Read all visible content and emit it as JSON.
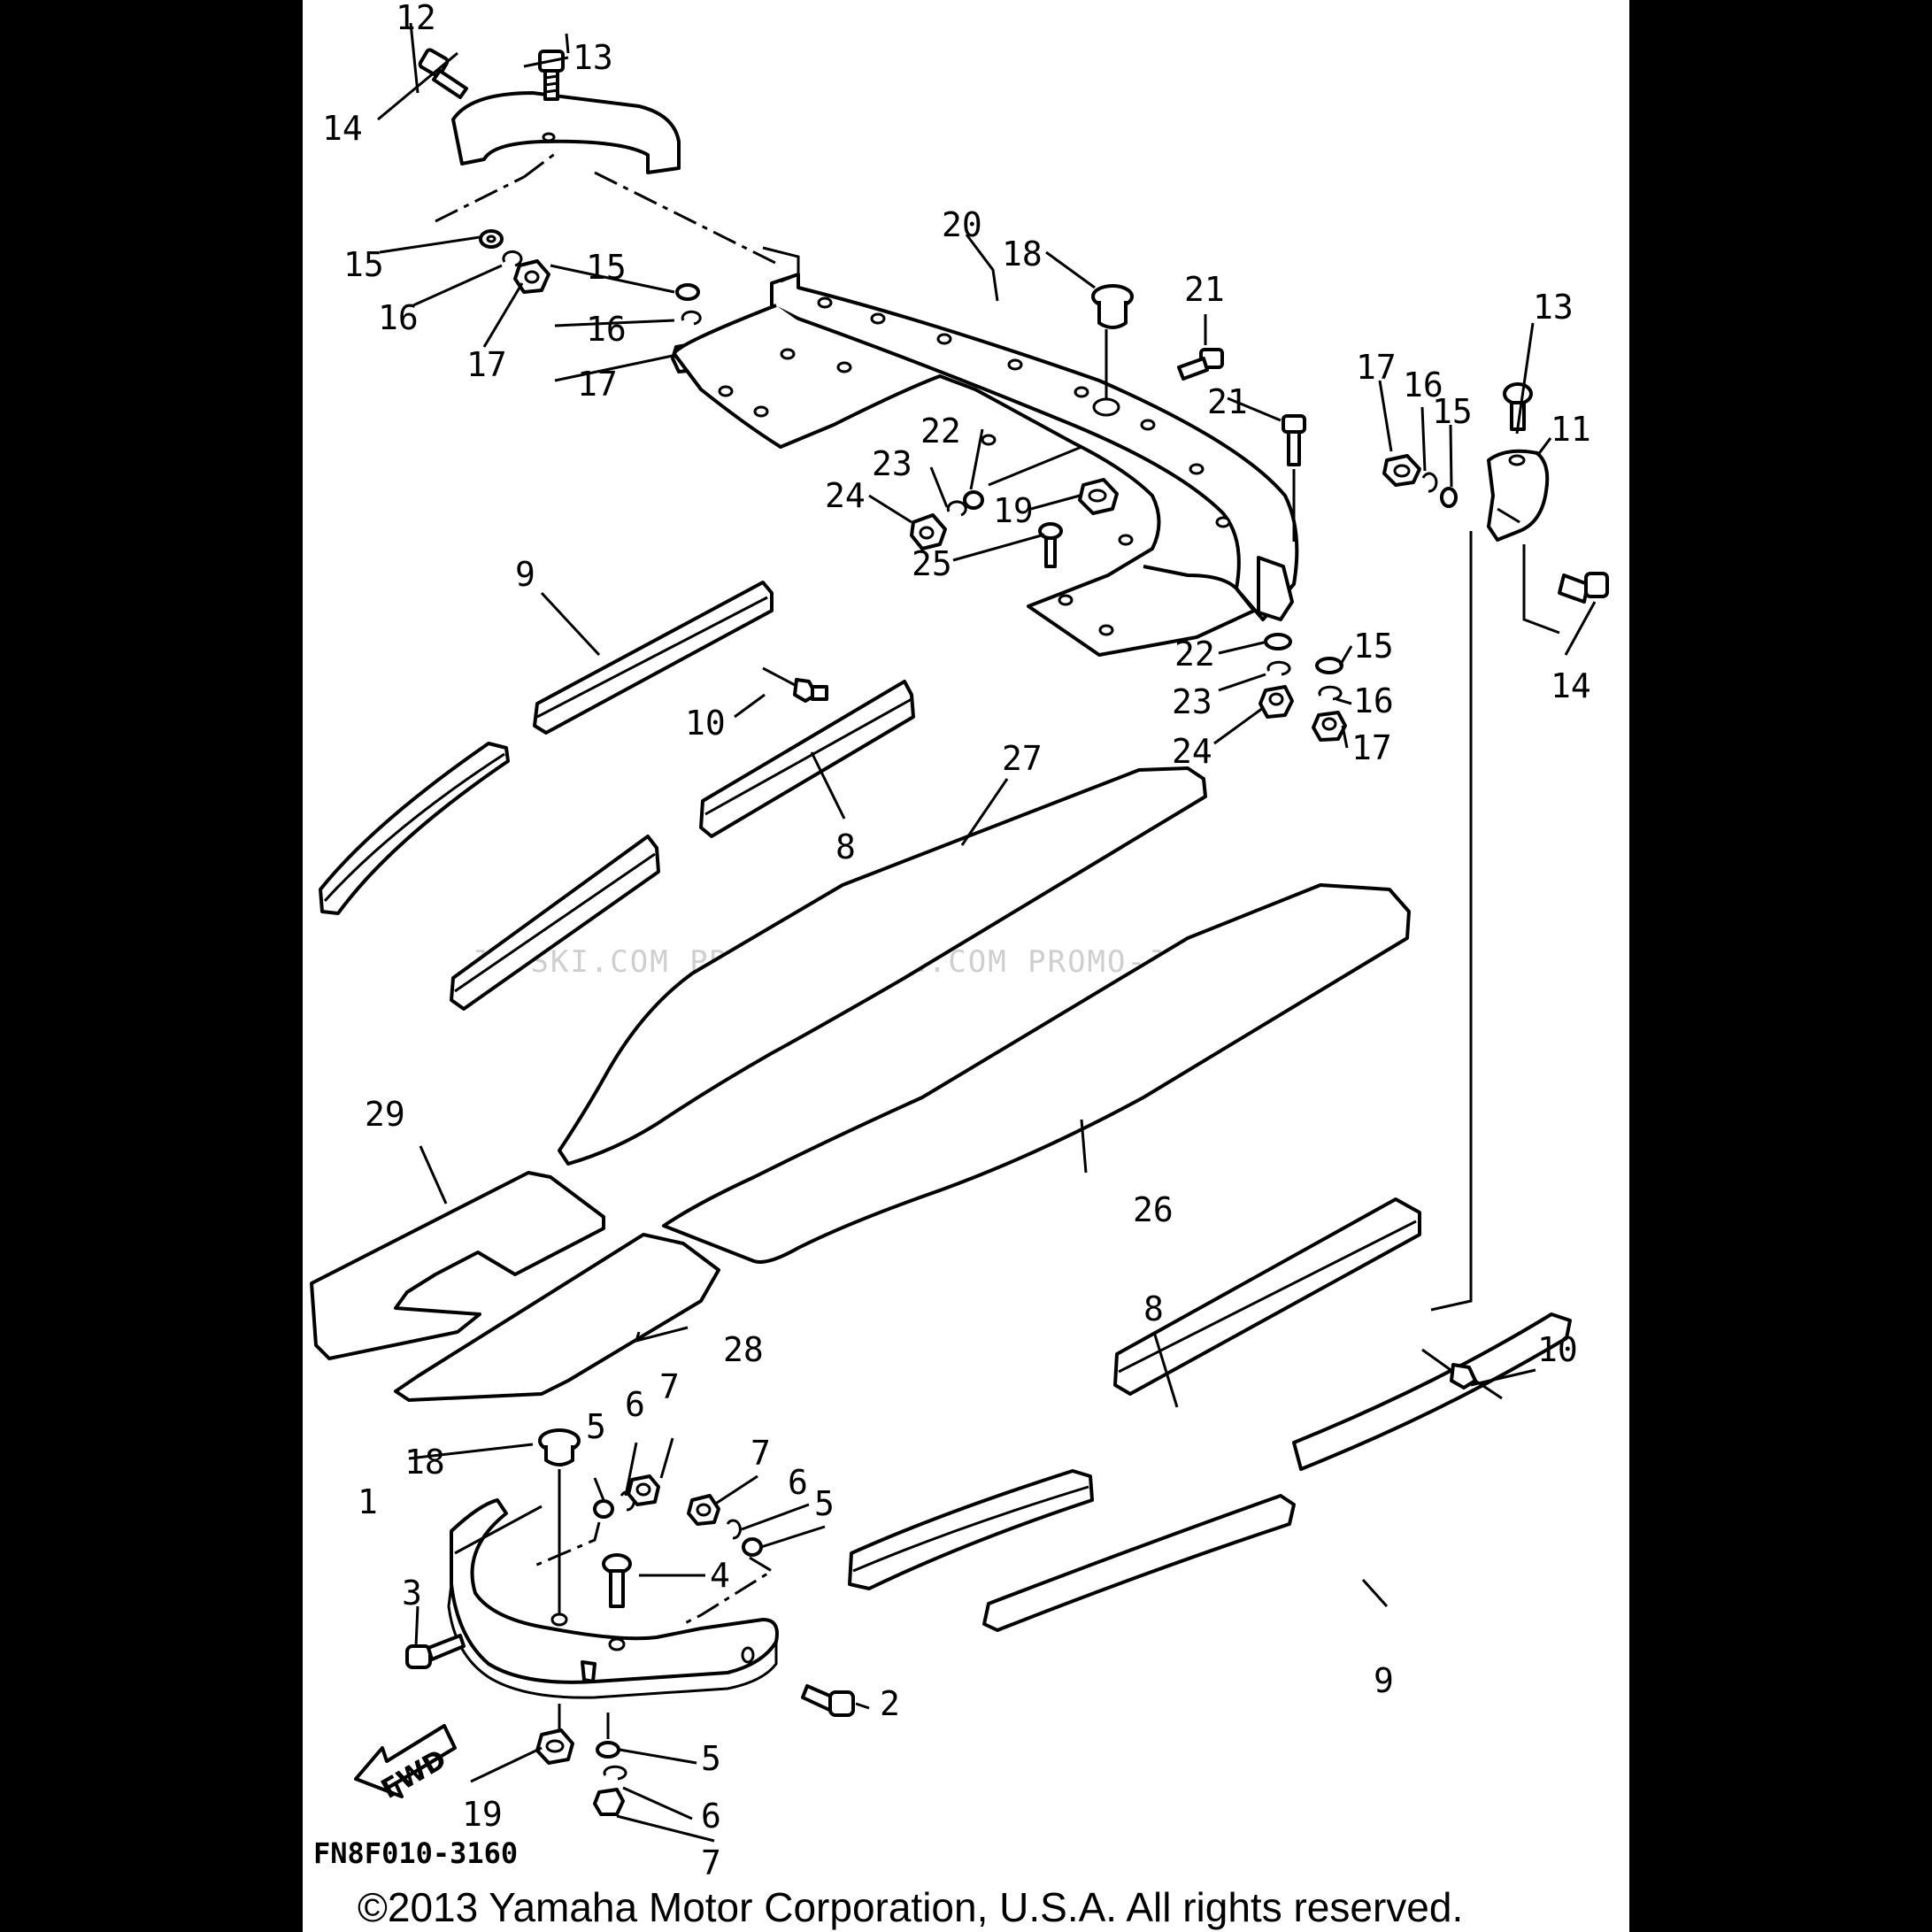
{
  "diagram": {
    "figure_code": "FN8F010-3160",
    "forward_arrow_label": "FWD",
    "copyright": "©2013 Yamaha Motor Corporation, U.S.A. All rights reserved.",
    "watermark": "JETSKI.COM PROMO-JETSKI.COM PROMO-JETSKI.COM",
    "callouts": {
      "c1": "1",
      "c2": "2",
      "c3": "3",
      "c4": "4",
      "c5a": "5",
      "c5b": "5",
      "c5c": "5",
      "c6a": "6",
      "c6b": "6",
      "c6c": "6",
      "c7a": "7",
      "c7b": "7",
      "c7c": "7",
      "c8a": "8",
      "c8b": "8",
      "c9a": "9",
      "c9b": "9",
      "c10a": "10",
      "c10b": "10",
      "c11": "11",
      "c12": "12",
      "c13a": "13",
      "c13b": "13",
      "c14a": "14",
      "c14b": "14",
      "c15a": "15",
      "c15b": "15",
      "c15c": "15",
      "c15d": "15",
      "c16a": "16",
      "c16b": "16",
      "c16c": "16",
      "c16d": "16",
      "c17a": "17",
      "c17b": "17",
      "c17c": "17",
      "c17d": "17",
      "c18a": "18",
      "c18b": "18",
      "c19a": "19",
      "c19b": "19",
      "c20": "20",
      "c21a": "21",
      "c21b": "21",
      "c22a": "22",
      "c22b": "22",
      "c23a": "23",
      "c23b": "23",
      "c24a": "24",
      "c24b": "24",
      "c25": "25",
      "c26": "26",
      "c27": "27",
      "c28": "28",
      "c29": "29"
    }
  }
}
